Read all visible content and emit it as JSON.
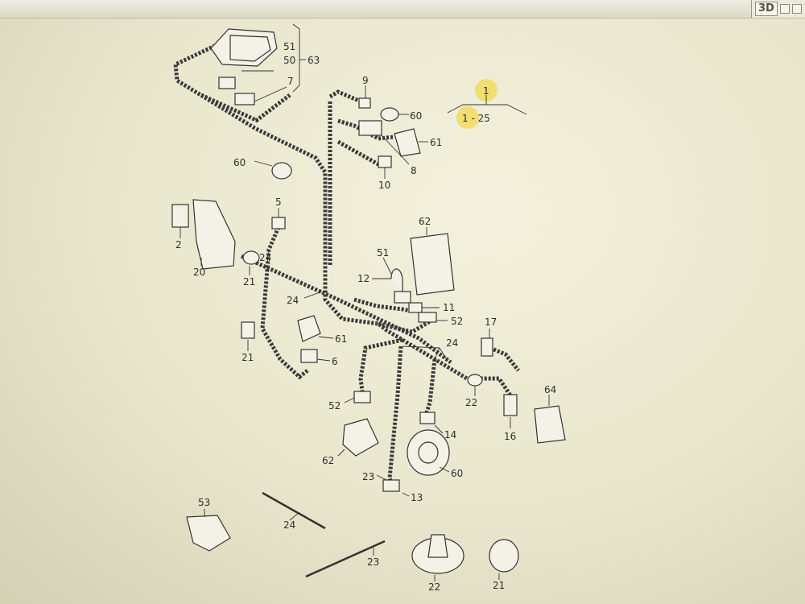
{
  "toolbar": {
    "view_3d_label": "3D"
  },
  "callouts": {
    "c51": "51",
    "c50": "50",
    "c63": "63",
    "c7": "7",
    "c9": "9",
    "c60a": "60",
    "c61a": "61",
    "c8": "8",
    "c10": "10",
    "c60b": "60",
    "c5": "5",
    "c2": "2",
    "c20": "20",
    "c21a": "21",
    "c24a": "24",
    "c62a": "62",
    "c51b": "51",
    "c12": "12",
    "c11": "11",
    "c52a": "52",
    "c21b": "21",
    "c61b": "61",
    "c6": "6",
    "c24b": "24",
    "c17": "17",
    "c22a": "22",
    "c64": "64",
    "c16": "16",
    "c52b": "52",
    "c14": "14",
    "c62b": "62",
    "c23a": "23",
    "c60c": "60",
    "c13": "13",
    "c53": "53",
    "c24c": "24",
    "c23b": "23",
    "c22b": "22",
    "c21c": "21"
  },
  "group_ref": {
    "top": "1",
    "range": "1 - 25"
  },
  "colors": {
    "highlight": "#f2dc66",
    "line": "#333333",
    "screen": "#eeecd4"
  }
}
